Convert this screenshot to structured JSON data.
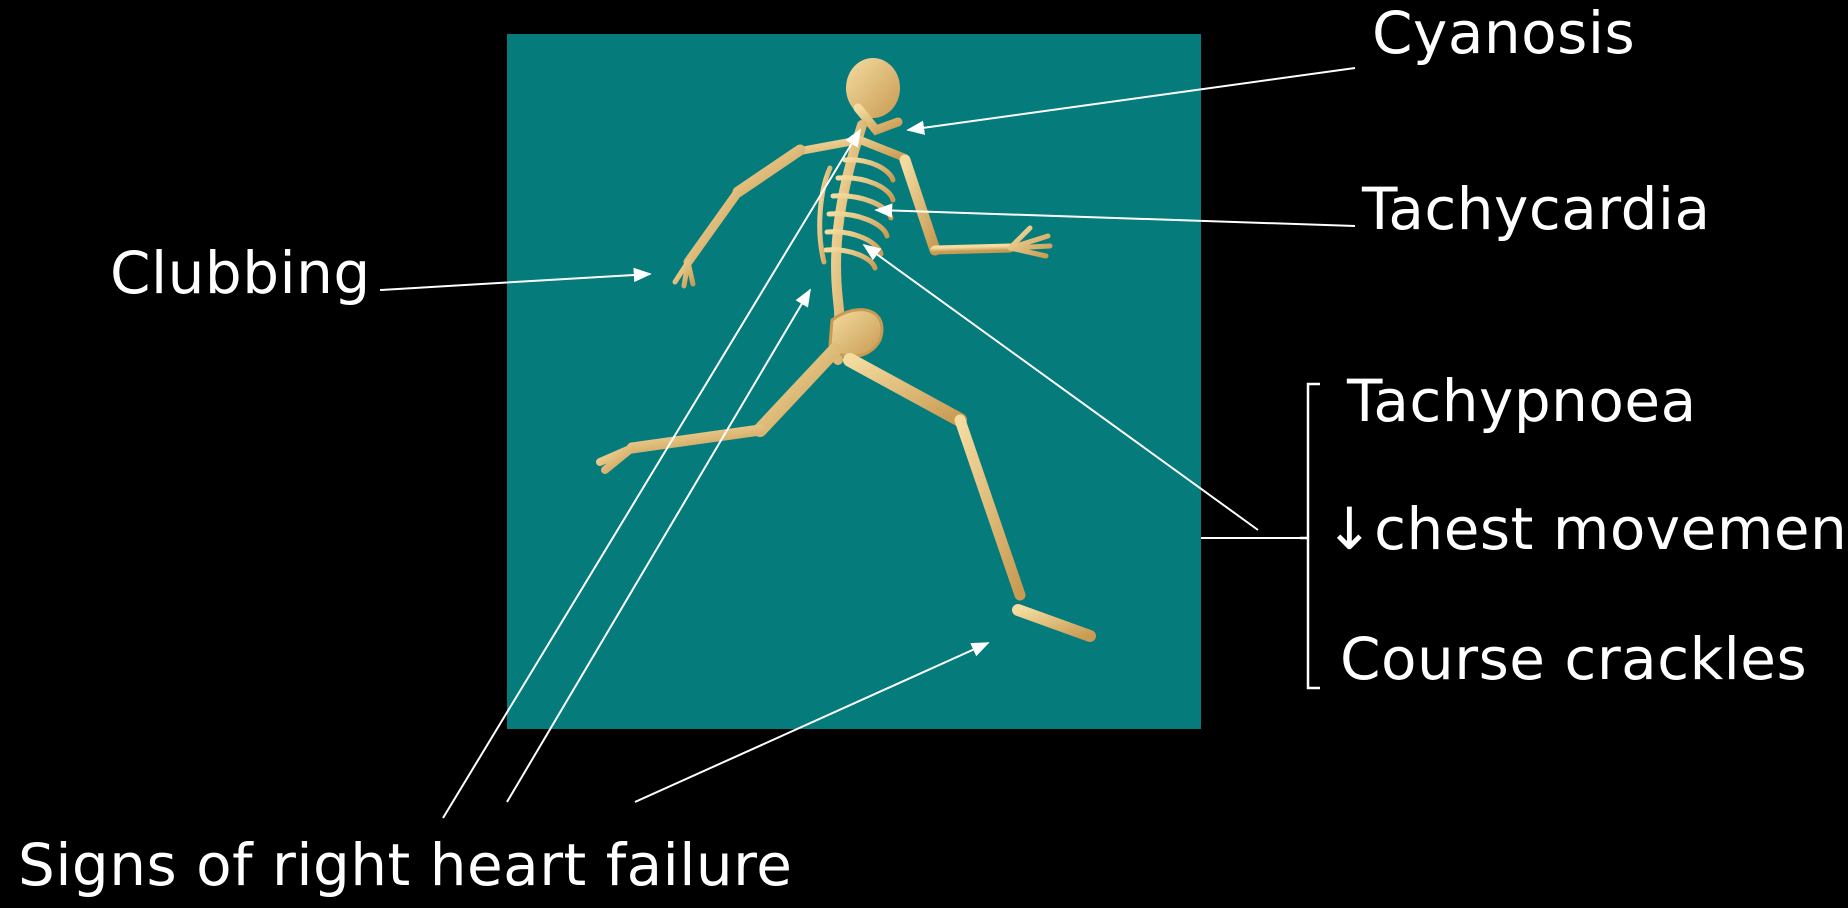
{
  "colors": {
    "background": "#000000",
    "panel": "#057b7b",
    "text": "#ffffff",
    "bone": "#e6c079",
    "bone_shade": "#b98d45"
  },
  "image": {
    "subject": "running-skeleton"
  },
  "labels": {
    "cyanosis": "Cyanosis",
    "tachycardia": "Tachycardia",
    "clubbing": "Clubbing",
    "tachypnoea": "Tachypnoea",
    "chest_movement": "↓chest movement",
    "crackles": "Course crackles",
    "right_heart_failure": "Signs of right heart failure"
  }
}
